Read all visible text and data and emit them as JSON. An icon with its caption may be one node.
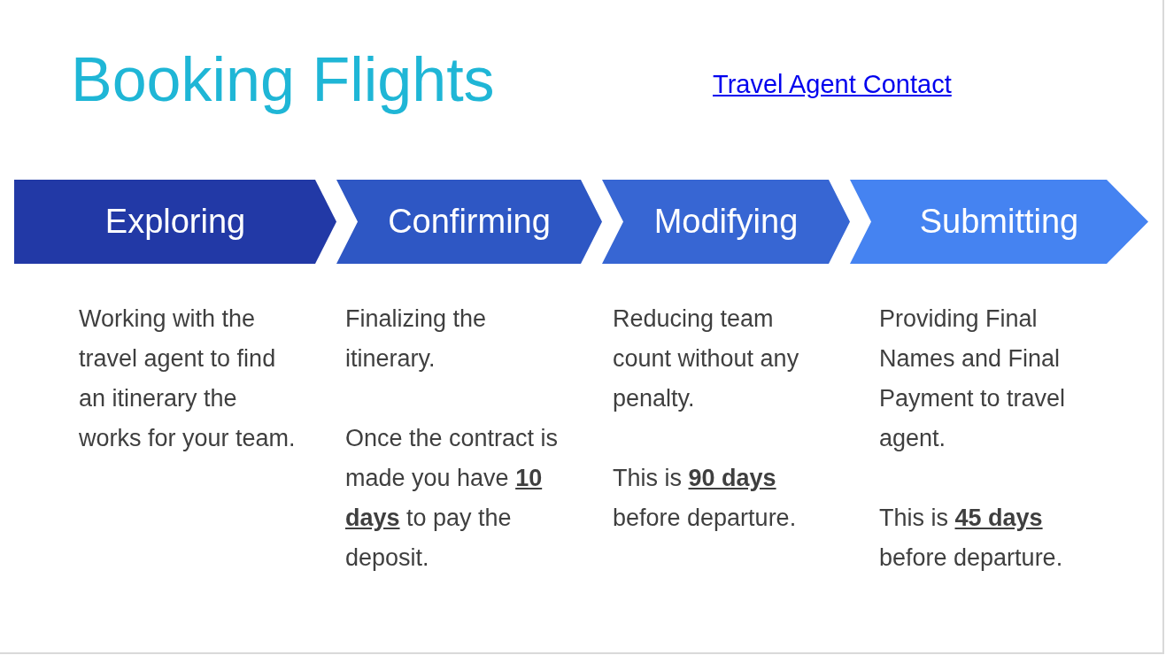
{
  "diagram": {
    "title": "Booking Flights",
    "nodes": [
      {
        "text": [
          "Exploring"
        ],
        "beside": [
          "Working with the travel agent to find an itinerary the works for your team."
        ]
      },
      {
        "text": [
          "Confirming"
        ],
        "beside": [
          "Finalizing the itinerary.",
          "Once the contract is made you have **10 days** to pay the deposit."
        ]
      },
      {
        "text": [
          "Modifying"
        ],
        "beside": [
          "Reducing team count without any penalty.",
          "This is **90 days** before departure."
        ]
      },
      {
        "text": [
          "Submitting"
        ],
        "beside": [
          "Providing Final Names and Final Payment to travel agent.",
          "This is **45 days** before departure."
        ]
      }
    ],
    "labels": [
      "Travel Agent Contact"
    ]
  }
}
